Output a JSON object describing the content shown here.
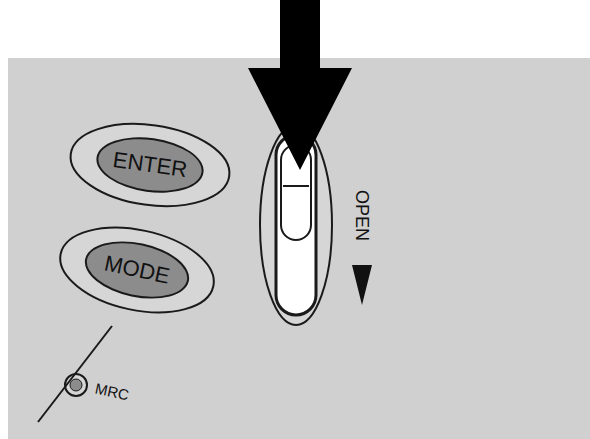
{
  "diagram": {
    "nodes": [
      {
        "text": [
          "ENTER"
        ]
      },
      {
        "text": [
          "MODE"
        ]
      }
    ],
    "labels": [
      "OPEN",
      "MRC"
    ]
  }
}
